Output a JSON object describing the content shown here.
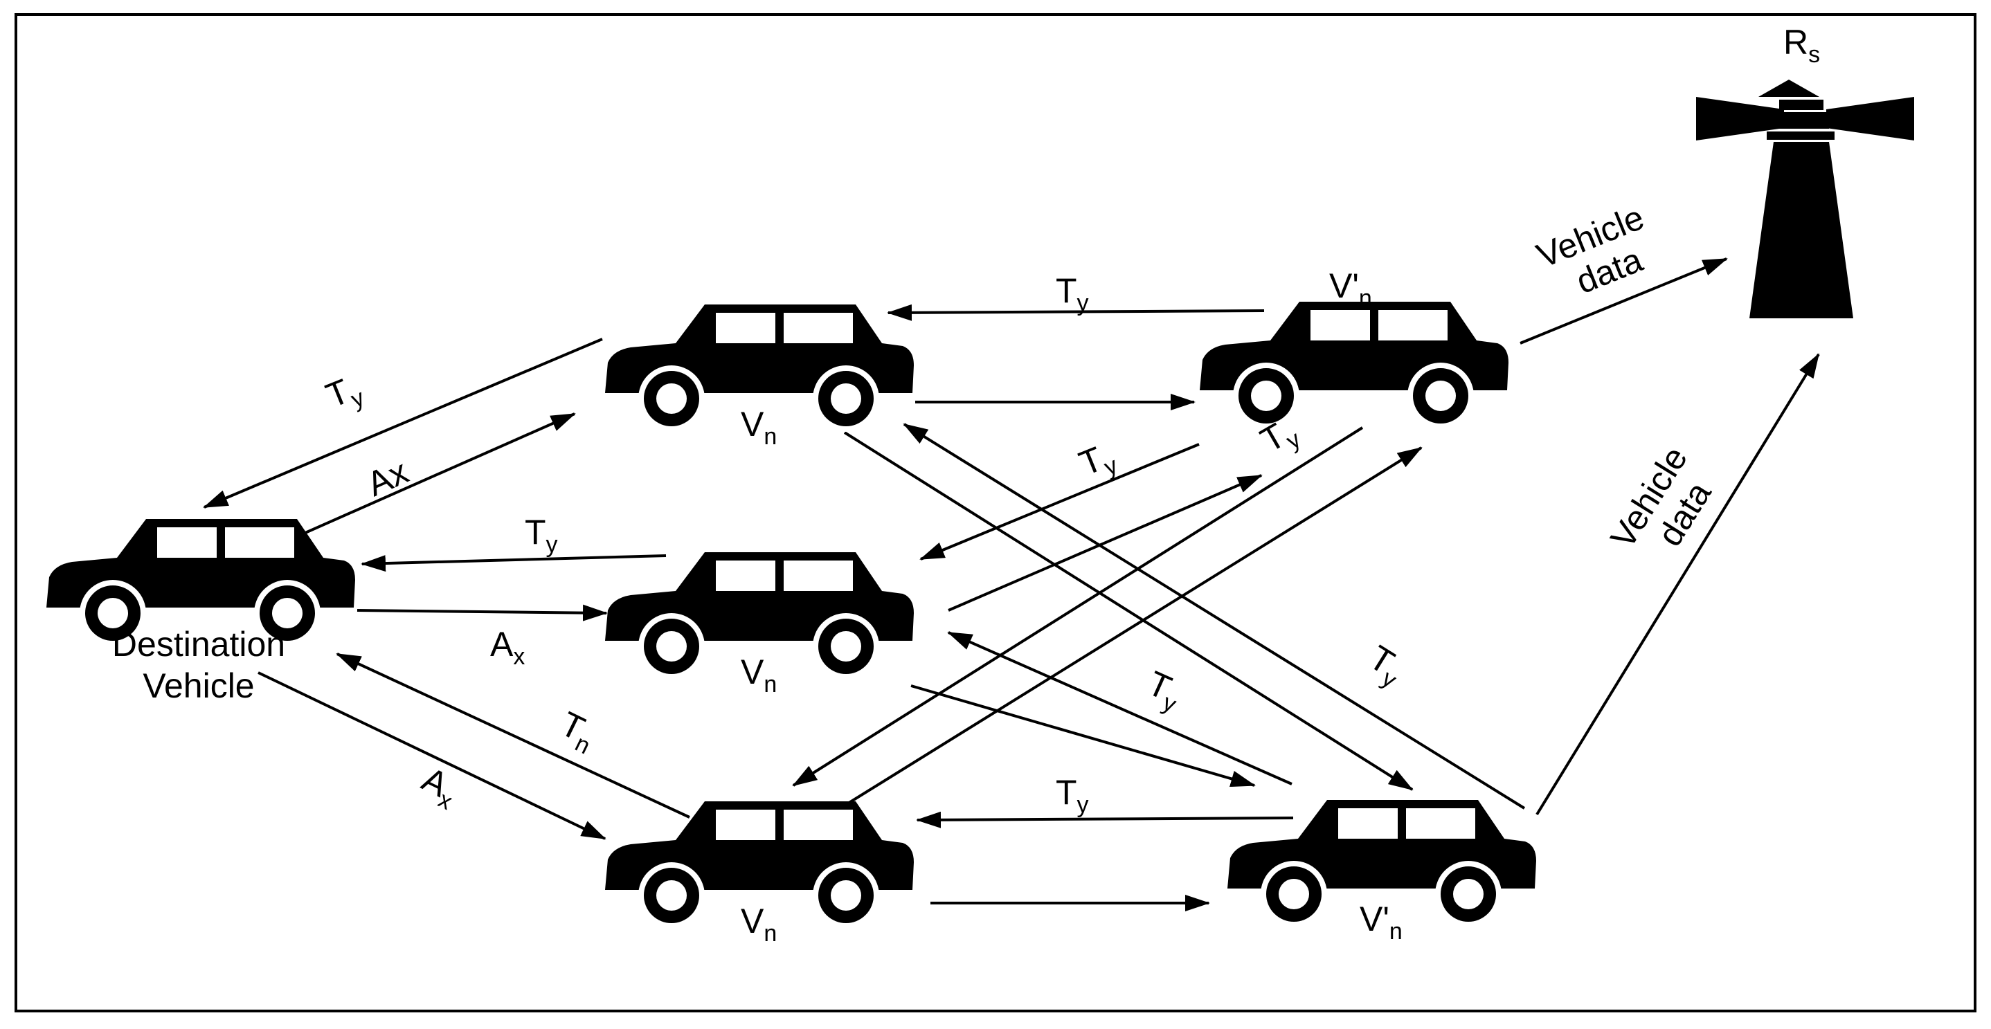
{
  "colors": {
    "ink": "#000000",
    "background": "#ffffff"
  },
  "roadside_unit": {
    "label": "R",
    "subscript": "s",
    "icon": "lighthouse-icon"
  },
  "vehicles": {
    "destination": {
      "line1": "Destination",
      "line2": "Vehicle",
      "icon": "car-icon"
    },
    "v_top": {
      "label": "V",
      "subscript": "n",
      "icon": "car-icon"
    },
    "v_mid": {
      "label": "V",
      "subscript": "n",
      "icon": "car-icon"
    },
    "v_bottom": {
      "label": "V",
      "subscript": "n",
      "icon": "car-icon"
    },
    "vprime_top": {
      "label": "V'",
      "subscript": "n",
      "icon": "car-icon"
    },
    "vprime_bottom": {
      "label": "V'",
      "subscript": "n",
      "icon": "car-icon"
    }
  },
  "edge_labels": {
    "ty_dest_vtop": {
      "main": "T",
      "sub": "y"
    },
    "ax_dest_vtop": {
      "main": "Ax",
      "sub": ""
    },
    "ty_vmid_dest": {
      "main": "T",
      "sub": "y"
    },
    "ax_dest_vmid": {
      "main": "A",
      "sub": "x"
    },
    "tn_vbot_dest": {
      "main": "T",
      "sub": "n"
    },
    "ax_dest_vbot": {
      "main": "A",
      "sub": "x"
    },
    "ty_vptop_vtop": {
      "main": "T",
      "sub": "y"
    },
    "ty_vptop_vmid": {
      "main": "T",
      "sub": "y"
    },
    "ty_vptop_vbot": {
      "main": "T",
      "sub": "y"
    },
    "ty_vpbot_vtop": {
      "main": "T",
      "sub": "y"
    },
    "ty_vpbot_vmid": {
      "main": "T",
      "sub": "y"
    },
    "ty_vpbot_vbot": {
      "main": "T",
      "sub": "y"
    },
    "data_top": {
      "line1": "Vehicle",
      "line2": "data"
    },
    "data_bottom": {
      "line1": "Vehicle",
      "line2": "data"
    }
  }
}
